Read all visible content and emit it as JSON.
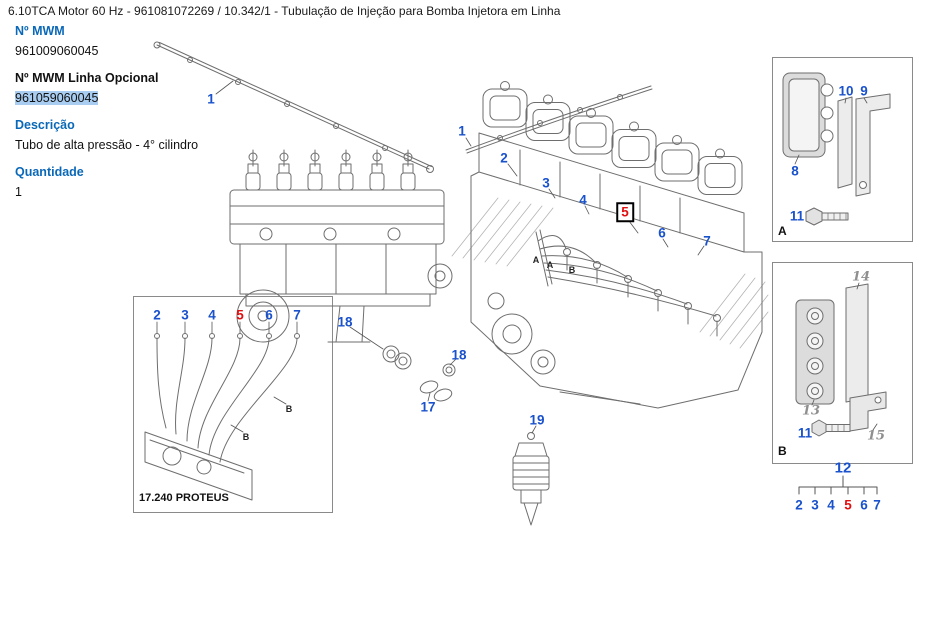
{
  "header": {
    "title": "6.10TCA Motor 60 Hz - 961081072269 / 10.342/1 - Tubulação de Injeção para Bomba Injetora em Linha"
  },
  "panel": {
    "mwm": {
      "label": "Nº MWM",
      "value": "961009060045"
    },
    "mwm_optional": {
      "label": "Nº MWM Linha Opcional",
      "value": "961059060045"
    },
    "descricao": {
      "label": "Descrição",
      "value": "Tubo de alta pressão - 4° cilindro"
    },
    "quantidade": {
      "label": "Quantidade",
      "value": "1"
    }
  },
  "diagram": {
    "selected_callout": "5",
    "main_callouts": [
      {
        "label": "1"
      },
      {
        "label": "1"
      },
      {
        "label": "2"
      },
      {
        "label": "3"
      },
      {
        "label": "4"
      },
      {
        "label": "5",
        "state": "selected"
      },
      {
        "label": "6"
      },
      {
        "label": "7"
      },
      {
        "label": "18"
      },
      {
        "label": "18"
      },
      {
        "label": "17"
      },
      {
        "label": "19"
      }
    ],
    "assembly_marks": [
      "A",
      "A",
      "B"
    ],
    "inset": {
      "callouts": [
        "2",
        "3",
        "4",
        "5",
        "6",
        "7"
      ],
      "highlight": "5",
      "marks": [
        "B",
        "B"
      ],
      "caption": "17.240 PROTEUS"
    },
    "detail_a": {
      "label": "A",
      "callouts": [
        "8",
        "10",
        "9",
        "11"
      ]
    },
    "detail_b": {
      "label": "B",
      "callouts": [
        "14",
        "13",
        "11",
        "15"
      ]
    },
    "group": {
      "parent": "12",
      "children": [
        "2",
        "3",
        "4",
        "5",
        "6",
        "7"
      ],
      "highlight": "5"
    }
  },
  "colors": {
    "callout_blue": "#1a52cc",
    "callout_red": "#e01010",
    "label_blue": "#0a68b8",
    "highlight_bg": "#a9cdf0",
    "line_gray": "#6e6e6e"
  }
}
